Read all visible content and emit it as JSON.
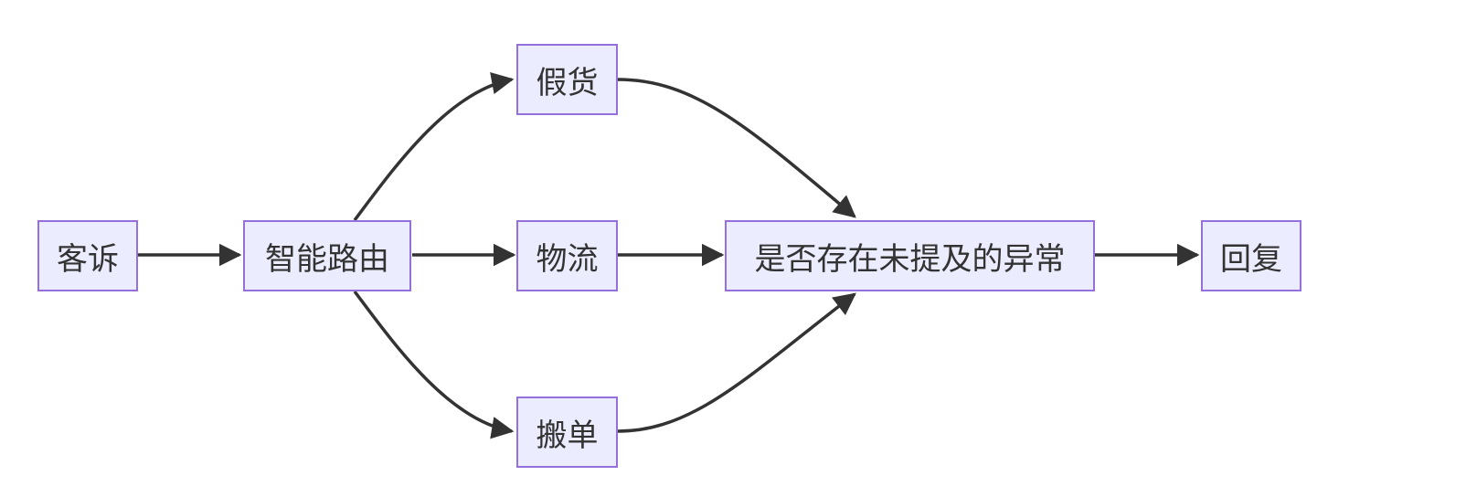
{
  "diagram": {
    "colors": {
      "node_fill": "#ececff",
      "node_border": "#9370db",
      "edge": "#333333",
      "text": "#333333"
    },
    "nodes": [
      {
        "id": "complaint",
        "label": "客诉"
      },
      {
        "id": "router",
        "label": "智能路由"
      },
      {
        "id": "fake",
        "label": "假货"
      },
      {
        "id": "logistics",
        "label": "物流"
      },
      {
        "id": "transfer",
        "label": "搬单"
      },
      {
        "id": "check",
        "label": "是否存在未提及的异常"
      },
      {
        "id": "reply",
        "label": "回复"
      }
    ],
    "edges": [
      {
        "from": "complaint",
        "to": "router"
      },
      {
        "from": "router",
        "to": "fake"
      },
      {
        "from": "router",
        "to": "logistics"
      },
      {
        "from": "router",
        "to": "transfer"
      },
      {
        "from": "fake",
        "to": "check"
      },
      {
        "from": "logistics",
        "to": "check"
      },
      {
        "from": "transfer",
        "to": "check"
      },
      {
        "from": "check",
        "to": "reply"
      }
    ]
  }
}
